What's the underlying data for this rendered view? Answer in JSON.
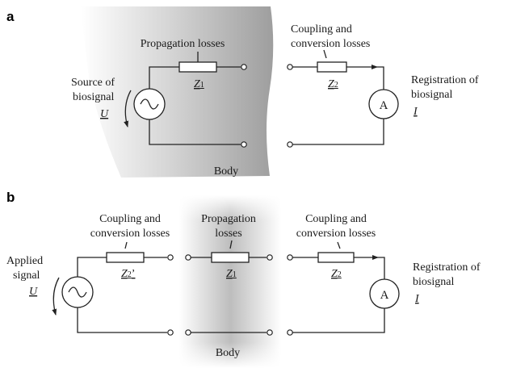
{
  "panel_a": {
    "letter": "a",
    "propagation_losses": "Propagation losses",
    "coupling_line1": "Coupling and",
    "coupling_line2": "conversion losses",
    "z1": "Z",
    "z1_sub": "1",
    "z2": "Z",
    "z2_sub": "2",
    "source_line1": "Source of",
    "source_line2": "biosignal",
    "source_symbol": "U",
    "registration_line1": "Registration of",
    "registration_line2": "biosignal",
    "registration_symbol": "I",
    "ammeter": "A",
    "body": "Body"
  },
  "panel_b": {
    "letter": "b",
    "coupling_left_line1": "Coupling and",
    "coupling_left_line2": "conversion losses",
    "propagation_line1": "Propagation",
    "propagation_line2": "losses",
    "coupling_right_line1": "Coupling and",
    "coupling_right_line2": "conversion losses",
    "z2prime": "Z",
    "z2prime_sub": "2",
    "z2prime_mark": "’",
    "z1": "Z",
    "z1_sub": "1",
    "z2": "Z",
    "z2_sub": "2",
    "applied_line1": "Applied",
    "applied_line2": "signal",
    "applied_symbol": "U",
    "registration_line1": "Registration of",
    "registration_line2": "biosignal",
    "registration_symbol": "I",
    "ammeter": "A",
    "body": "Body"
  }
}
